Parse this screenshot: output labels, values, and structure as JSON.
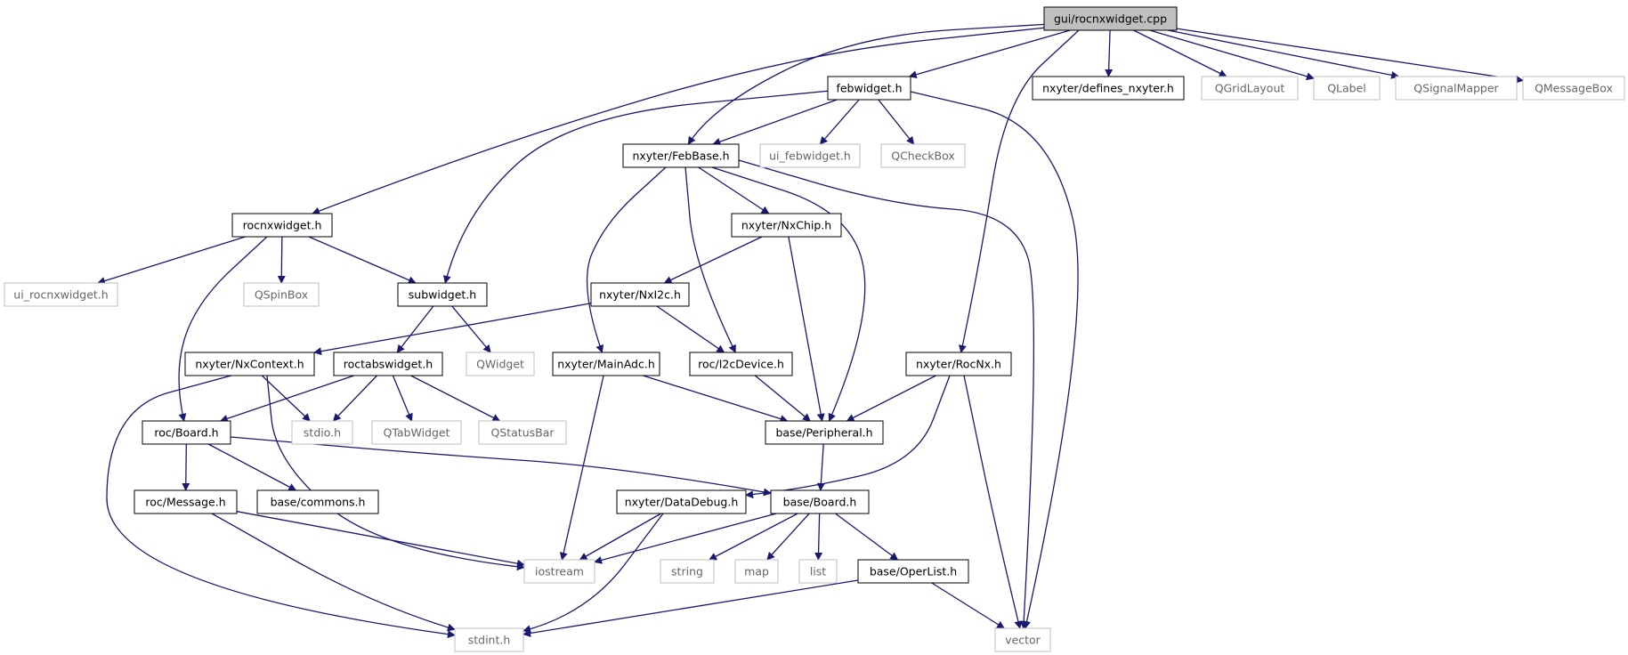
{
  "graph": {
    "nodes": [
      {
        "id": "root",
        "label": "gui/rocnxwidget.cpp",
        "kind": "root"
      },
      {
        "id": "febwidget",
        "label": "febwidget.h",
        "kind": "documented"
      },
      {
        "id": "defines",
        "label": "nxyter/defines_nxyter.h",
        "kind": "documented"
      },
      {
        "id": "qgridlayout",
        "label": "QGridLayout",
        "kind": "external"
      },
      {
        "id": "qlabel",
        "label": "QLabel",
        "kind": "external"
      },
      {
        "id": "qsignalmapper",
        "label": "QSignalMapper",
        "kind": "external"
      },
      {
        "id": "qmessagebox",
        "label": "QMessageBox",
        "kind": "external"
      },
      {
        "id": "febbase",
        "label": "nxyter/FebBase.h",
        "kind": "documented"
      },
      {
        "id": "ui_feb",
        "label": "ui_febwidget.h",
        "kind": "external"
      },
      {
        "id": "qcheckbox",
        "label": "QCheckBox",
        "kind": "external"
      },
      {
        "id": "rocnxwidget",
        "label": "rocnxwidget.h",
        "kind": "documented"
      },
      {
        "id": "nxchip",
        "label": "nxyter/NxChip.h",
        "kind": "documented"
      },
      {
        "id": "ui_rocnx",
        "label": "ui_rocnxwidget.h",
        "kind": "external"
      },
      {
        "id": "qspinbox",
        "label": "QSpinBox",
        "kind": "external"
      },
      {
        "id": "subwidget",
        "label": "subwidget.h",
        "kind": "documented"
      },
      {
        "id": "nxi2c",
        "label": "nxyter/NxI2c.h",
        "kind": "documented"
      },
      {
        "id": "nxcontext",
        "label": "nxyter/NxContext.h",
        "kind": "documented"
      },
      {
        "id": "roctabs",
        "label": "roctabswidget.h",
        "kind": "documented"
      },
      {
        "id": "qwidget",
        "label": "QWidget",
        "kind": "external"
      },
      {
        "id": "mainadc",
        "label": "nxyter/MainAdc.h",
        "kind": "documented"
      },
      {
        "id": "i2cdevice",
        "label": "roc/I2cDevice.h",
        "kind": "documented"
      },
      {
        "id": "rocnx",
        "label": "nxyter/RocNx.h",
        "kind": "documented"
      },
      {
        "id": "rocboard",
        "label": "roc/Board.h",
        "kind": "documented"
      },
      {
        "id": "stdio",
        "label": "stdio.h",
        "kind": "external"
      },
      {
        "id": "qtabwidget",
        "label": "QTabWidget",
        "kind": "external"
      },
      {
        "id": "qstatusbar",
        "label": "QStatusBar",
        "kind": "external"
      },
      {
        "id": "peripheral",
        "label": "base/Peripheral.h",
        "kind": "documented"
      },
      {
        "id": "rocmessage",
        "label": "roc/Message.h",
        "kind": "documented"
      },
      {
        "id": "commons",
        "label": "base/commons.h",
        "kind": "documented"
      },
      {
        "id": "datadebug",
        "label": "nxyter/DataDebug.h",
        "kind": "documented"
      },
      {
        "id": "baseboard",
        "label": "base/Board.h",
        "kind": "documented"
      },
      {
        "id": "iostream",
        "label": "iostream",
        "kind": "external"
      },
      {
        "id": "string",
        "label": "string",
        "kind": "external"
      },
      {
        "id": "map",
        "label": "map",
        "kind": "external"
      },
      {
        "id": "list",
        "label": "list",
        "kind": "external"
      },
      {
        "id": "operlist",
        "label": "base/OperList.h",
        "kind": "documented"
      },
      {
        "id": "stdint",
        "label": "stdint.h",
        "kind": "external"
      },
      {
        "id": "vector",
        "label": "vector",
        "kind": "external"
      }
    ],
    "edges": [
      [
        "root",
        "febwidget"
      ],
      [
        "root",
        "defines"
      ],
      [
        "root",
        "qgridlayout"
      ],
      [
        "root",
        "qlabel"
      ],
      [
        "root",
        "qsignalmapper"
      ],
      [
        "root",
        "qmessagebox"
      ],
      [
        "root",
        "febbase"
      ],
      [
        "root",
        "rocnxwidget"
      ],
      [
        "root",
        "rocnx"
      ],
      [
        "febwidget",
        "febbase"
      ],
      [
        "febwidget",
        "ui_feb"
      ],
      [
        "febwidget",
        "qcheckbox"
      ],
      [
        "febwidget",
        "subwidget"
      ],
      [
        "febwidget",
        "vector"
      ],
      [
        "febbase",
        "nxchip"
      ],
      [
        "febbase",
        "i2cdevice"
      ],
      [
        "febbase",
        "mainadc"
      ],
      [
        "febbase",
        "peripheral"
      ],
      [
        "febbase",
        "vector"
      ],
      [
        "rocnxwidget",
        "ui_rocnx"
      ],
      [
        "rocnxwidget",
        "qspinbox"
      ],
      [
        "rocnxwidget",
        "subwidget"
      ],
      [
        "rocnxwidget",
        "rocboard"
      ],
      [
        "nxchip",
        "nxi2c"
      ],
      [
        "nxchip",
        "peripheral"
      ],
      [
        "subwidget",
        "roctabs"
      ],
      [
        "subwidget",
        "qwidget"
      ],
      [
        "nxi2c",
        "nxcontext"
      ],
      [
        "nxi2c",
        "i2cdevice"
      ],
      [
        "nxcontext",
        "stdio"
      ],
      [
        "nxcontext",
        "iostream"
      ],
      [
        "nxcontext",
        "stdint"
      ],
      [
        "roctabs",
        "rocboard"
      ],
      [
        "roctabs",
        "stdio"
      ],
      [
        "roctabs",
        "qtabwidget"
      ],
      [
        "roctabs",
        "qstatusbar"
      ],
      [
        "mainadc",
        "peripheral"
      ],
      [
        "mainadc",
        "iostream"
      ],
      [
        "i2cdevice",
        "peripheral"
      ],
      [
        "rocnx",
        "peripheral"
      ],
      [
        "rocnx",
        "datadebug"
      ],
      [
        "rocnx",
        "vector"
      ],
      [
        "rocboard",
        "rocmessage"
      ],
      [
        "rocboard",
        "commons"
      ],
      [
        "rocboard",
        "baseboard"
      ],
      [
        "peripheral",
        "baseboard"
      ],
      [
        "rocmessage",
        "iostream"
      ],
      [
        "rocmessage",
        "stdint"
      ],
      [
        "datadebug",
        "iostream"
      ],
      [
        "datadebug",
        "stdint"
      ],
      [
        "baseboard",
        "iostream"
      ],
      [
        "baseboard",
        "string"
      ],
      [
        "baseboard",
        "map"
      ],
      [
        "baseboard",
        "list"
      ],
      [
        "baseboard",
        "operlist"
      ],
      [
        "operlist",
        "stdint"
      ],
      [
        "operlist",
        "vector"
      ]
    ]
  },
  "colors": {
    "edge": "#191970",
    "root_fill": "#bfbfbf",
    "documented_border": "#000000",
    "external_border": "#bfbfbf",
    "documented_text": "#000000",
    "external_text": "#666666"
  }
}
